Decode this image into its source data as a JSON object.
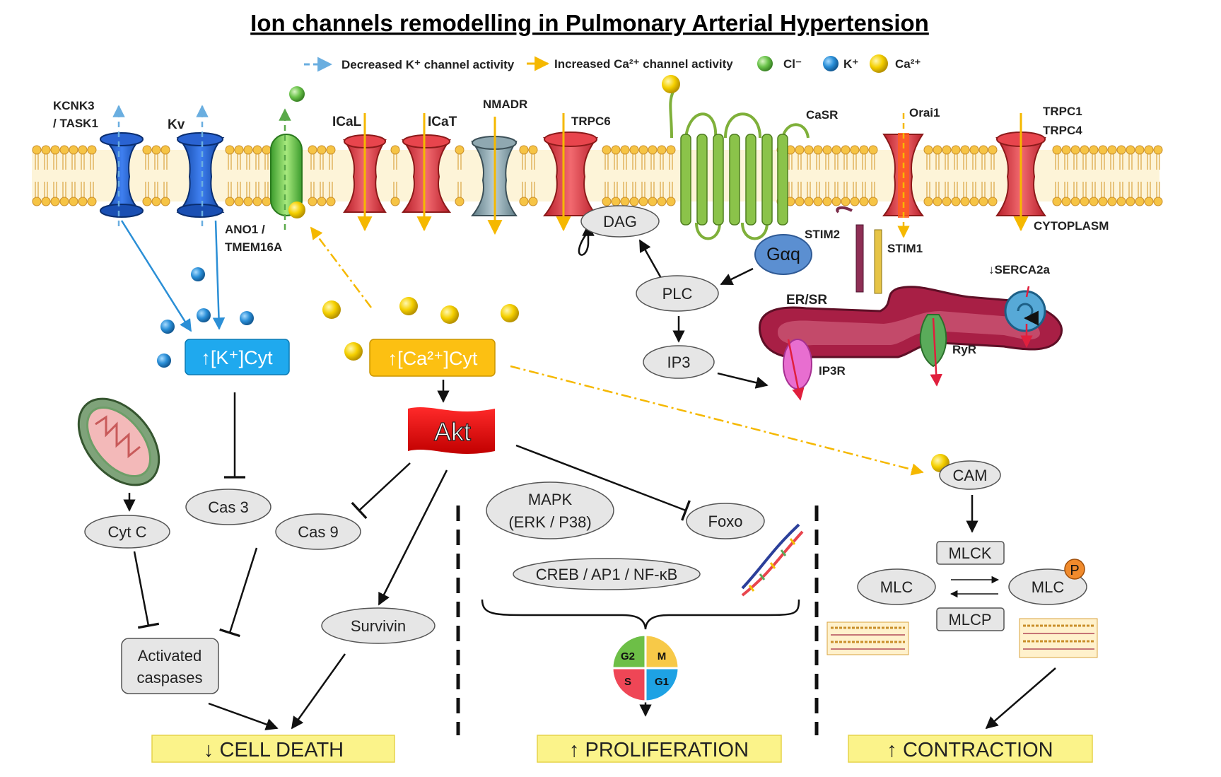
{
  "title": "Ion channels remodelling in Pulmonary Arterial Hypertension",
  "legend": {
    "k_decrease": "Decreased K⁺ channel activity",
    "ca_increase": "Increased Ca²⁺ channel activity",
    "cl": "Cl⁻",
    "k": "K⁺",
    "ca": "Ca²⁺"
  },
  "channels": {
    "kcnk3": [
      "KCNK3",
      "/ TASK1"
    ],
    "kv": "Kv",
    "ano1": [
      "ANO1 /",
      "TMEM16A"
    ],
    "ical": "ICaL",
    "icat": "ICaT",
    "nmadr": "NMADR",
    "trpc6": "TRPC6",
    "casr": "CaSR",
    "orai1": "Orai1",
    "trpc14": [
      "TRPC1",
      "TRPC4"
    ],
    "cytoplasm": "CYTOPLASM",
    "stim2": "STIM2",
    "stim1": "STIM1",
    "serca": "↓SERCA2a",
    "ersr": "ER/SR",
    "ip3r": "IP3R",
    "ryr": "RyR",
    "galpha": "Gαq"
  },
  "nodes": {
    "dag": "DAG",
    "plc": "PLC",
    "ip3": "IP3",
    "k_cyt": "↑[K⁺]Cyt",
    "ca_cyt": "↑[Ca²⁺]Cyt",
    "akt": "Akt",
    "cyt_c": "Cyt C",
    "cas3": "Cas 3",
    "cas9": "Cas 9",
    "survivin": "Survivin",
    "activated_caspases": [
      "Activated",
      "caspases"
    ],
    "mapk": [
      "MAPK",
      "(ERK / P38)"
    ],
    "creb": "CREB / AP1 / NF-κB",
    "foxo": "Foxo",
    "cam": "CAM",
    "mlck": "MLCK",
    "mlcp": "MLCP",
    "mlc": "MLC",
    "mlc_p": "MLC",
    "p": "P",
    "cycle": {
      "g2": "G2",
      "m": "M",
      "s": "S",
      "g1": "G1"
    }
  },
  "outcomes": {
    "death": "↓ CELL DEATH",
    "proliferation": "↑ PROLIFERATION",
    "contraction": "↑ CONTRACTION"
  },
  "colors": {
    "k_blue": "#2b8fd6",
    "ca_yellow": "#f5c200",
    "channel_red": "#e8454d",
    "outcome_fill": "#fbf38a",
    "node_fill": "#e6e6e6",
    "membrane": "#f2bb3d"
  }
}
